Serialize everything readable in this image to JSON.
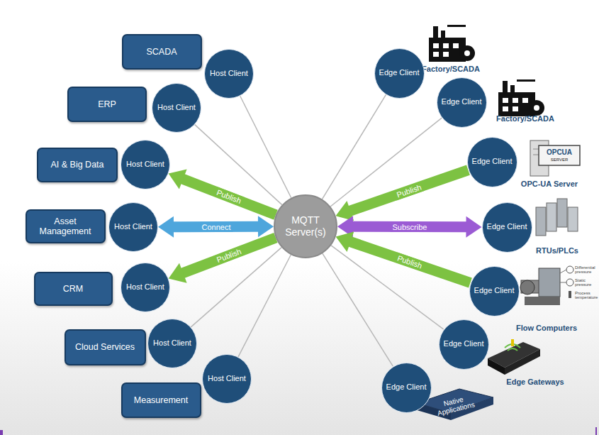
{
  "diagram": {
    "nodes": [
      {
        "text": [
          "SCADA"
        ]
      },
      {
        "text": [
          "Host Client"
        ]
      },
      {
        "text": [
          "ERP"
        ]
      },
      {
        "text": [
          "Host Client"
        ]
      },
      {
        "text": [
          "AI & Big Data"
        ]
      },
      {
        "text": [
          "Host Client"
        ]
      },
      {
        "text": [
          "Asset Management"
        ]
      },
      {
        "text": [
          "Host Client"
        ]
      },
      {
        "text": [
          "CRM"
        ]
      },
      {
        "text": [
          "Host Client"
        ]
      },
      {
        "text": [
          "Cloud Services"
        ]
      },
      {
        "text": [
          "Host Client"
        ]
      },
      {
        "text": [
          "Measurement"
        ]
      },
      {
        "text": [
          "Host Client"
        ]
      },
      {
        "text": [
          "MQTT Server(s)"
        ]
      },
      {
        "text": [
          "Edge Client"
        ]
      },
      {
        "text": [
          "Edge Client"
        ]
      },
      {
        "text": [
          "Edge Client"
        ]
      },
      {
        "text": [
          "Edge Client"
        ]
      },
      {
        "text": [
          "Edge Client"
        ]
      },
      {
        "text": [
          "Edge Client"
        ]
      },
      {
        "text": [
          "Edge Client"
        ]
      }
    ],
    "edges": [
      {
        "from": 1,
        "to": 14,
        "arrow": "none"
      },
      {
        "from": 3,
        "to": 14,
        "arrow": "none"
      },
      {
        "from": 14,
        "to": 5,
        "label": "Publish",
        "arrow": "to"
      },
      {
        "from": 7,
        "to": 14,
        "label": "Connect",
        "arrow": "both"
      },
      {
        "from": 14,
        "to": 9,
        "label": "Publish",
        "arrow": "to"
      },
      {
        "from": 11,
        "to": 14,
        "arrow": "none"
      },
      {
        "from": 13,
        "to": 14,
        "arrow": "none"
      },
      {
        "from": 15,
        "to": 14,
        "arrow": "none"
      },
      {
        "from": 16,
        "to": 14,
        "arrow": "none"
      },
      {
        "from": 17,
        "to": 14,
        "label": "Publish",
        "arrow": "to"
      },
      {
        "from": 18,
        "to": 14,
        "label": "Subscribe",
        "arrow": "both"
      },
      {
        "from": 19,
        "to": 14,
        "label": "Publish",
        "arrow": "to"
      },
      {
        "from": 20,
        "to": 14,
        "arrow": "none"
      },
      {
        "from": 21,
        "to": 14,
        "arrow": "none"
      }
    ],
    "labels": [
      "Factory/SCADA",
      "Factory/SCADA",
      "OPCUA",
      "SERVER",
      "OPC-UA Server",
      "RTUs/PLCs",
      "Differential pressure",
      "Static pressure",
      "Process temperature",
      "Flow Computers",
      "Edge Gateways",
      "Native Applications"
    ]
  }
}
